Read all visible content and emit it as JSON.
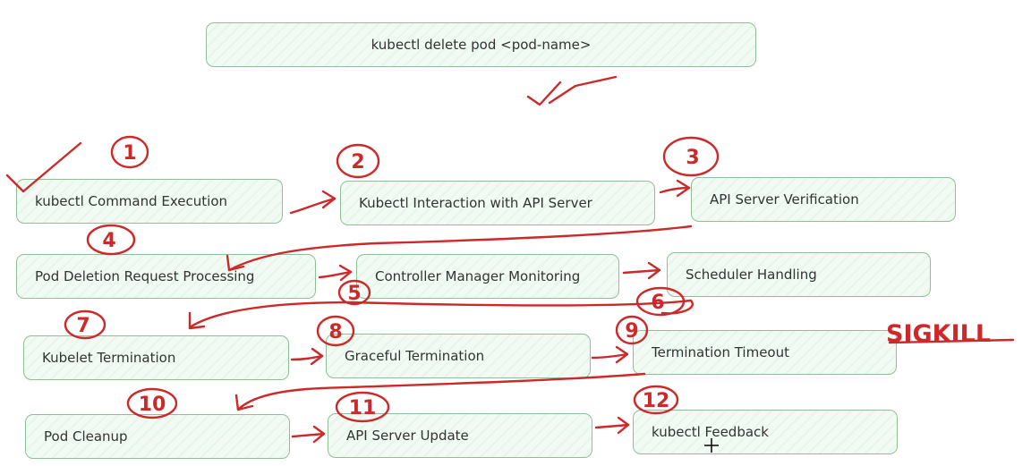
{
  "command": "kubectl delete pod <pod-name>",
  "steps": [
    {
      "number": "1",
      "label": "kubectl Command Execution"
    },
    {
      "number": "2",
      "label": "Kubectl Interaction with API Server"
    },
    {
      "number": "3",
      "label": "API Server Verification"
    },
    {
      "number": "4",
      "label": "Pod Deletion Request Processing"
    },
    {
      "number": "5",
      "label": "Controller Manager Monitoring"
    },
    {
      "number": "6",
      "label": "Scheduler Handling"
    },
    {
      "number": "7",
      "label": "Kubelet Termination"
    },
    {
      "number": "8",
      "label": "Graceful Termination"
    },
    {
      "number": "9",
      "label": "Termination Timeout"
    },
    {
      "number": "10",
      "label": "Pod Cleanup"
    },
    {
      "number": "11",
      "label": "API Server Update"
    },
    {
      "number": "12",
      "label": "kubectl Feedback"
    }
  ],
  "annotation": "SIGKILL",
  "colors": {
    "box_fill": "#f1faf3",
    "box_border": "#8fbf94",
    "ink": "#cc2a2a"
  }
}
